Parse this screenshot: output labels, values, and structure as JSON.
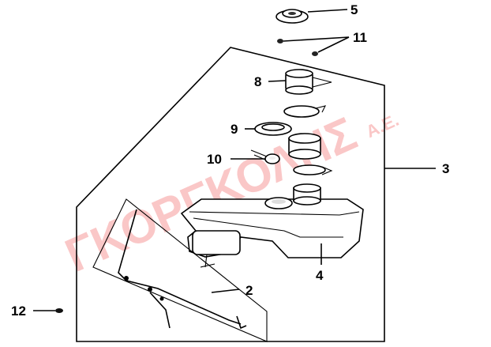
{
  "watermark": {
    "main": "ΓΚΟΡΓΚΟΛΗΣ",
    "suffix": "Α.Ε.",
    "color": "#f05050"
  },
  "callouts": {
    "p2": "2",
    "p3": "3",
    "p4": "4",
    "p5": "5",
    "p8": "8",
    "p9": "9",
    "p10": "10",
    "p11": "11",
    "p12": "12"
  }
}
